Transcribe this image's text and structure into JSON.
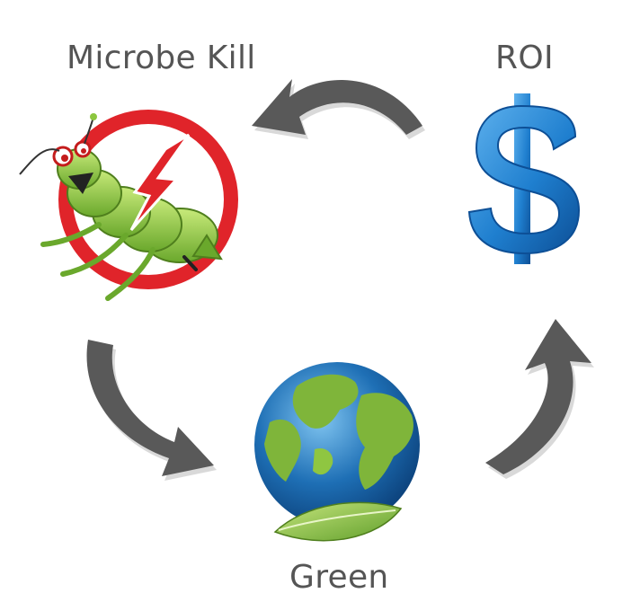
{
  "diagram": {
    "nodes": [
      {
        "id": "microbe-kill",
        "label": "Microbe Kill",
        "icon": "no-bug-icon"
      },
      {
        "id": "roi",
        "label": "ROI",
        "icon": "dollar-sign-icon"
      },
      {
        "id": "green",
        "label": "Green",
        "icon": "earth-globe-leaf-icon"
      }
    ],
    "cycle_direction": [
      "microbe-kill",
      "green",
      "roi",
      "microbe-kill"
    ],
    "colors": {
      "arrow": "#595959",
      "arrow_shadow": "#d9d9d9",
      "label": "#555555",
      "prohibit_red": "#e0242a",
      "bug_green": "#8cc63f",
      "dollar_blue": "#1f7fcf",
      "ocean_blue": "#1e6fb5",
      "land_green": "#7fb53a",
      "leaf_green": "#8fc641"
    }
  }
}
